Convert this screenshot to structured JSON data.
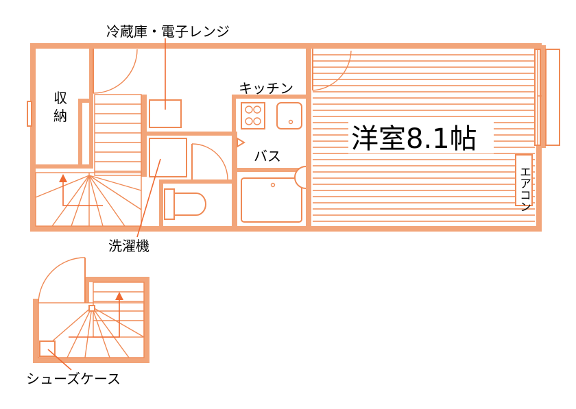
{
  "labels": {
    "fridge_microwave": "冷蔵庫・電子レンジ",
    "storage_line1": "収",
    "storage_line2": "納",
    "kitchen": "キッチン",
    "bath": "バス",
    "western_room": "洋室8.1帖",
    "aircon": "エアコン",
    "washing_machine": "洗濯機",
    "shoe_case": "シューズケース"
  },
  "colors": {
    "wall": "#f2a57a",
    "line": "#ef8a55",
    "arrow": "#ef6a32",
    "text": "#000000"
  }
}
